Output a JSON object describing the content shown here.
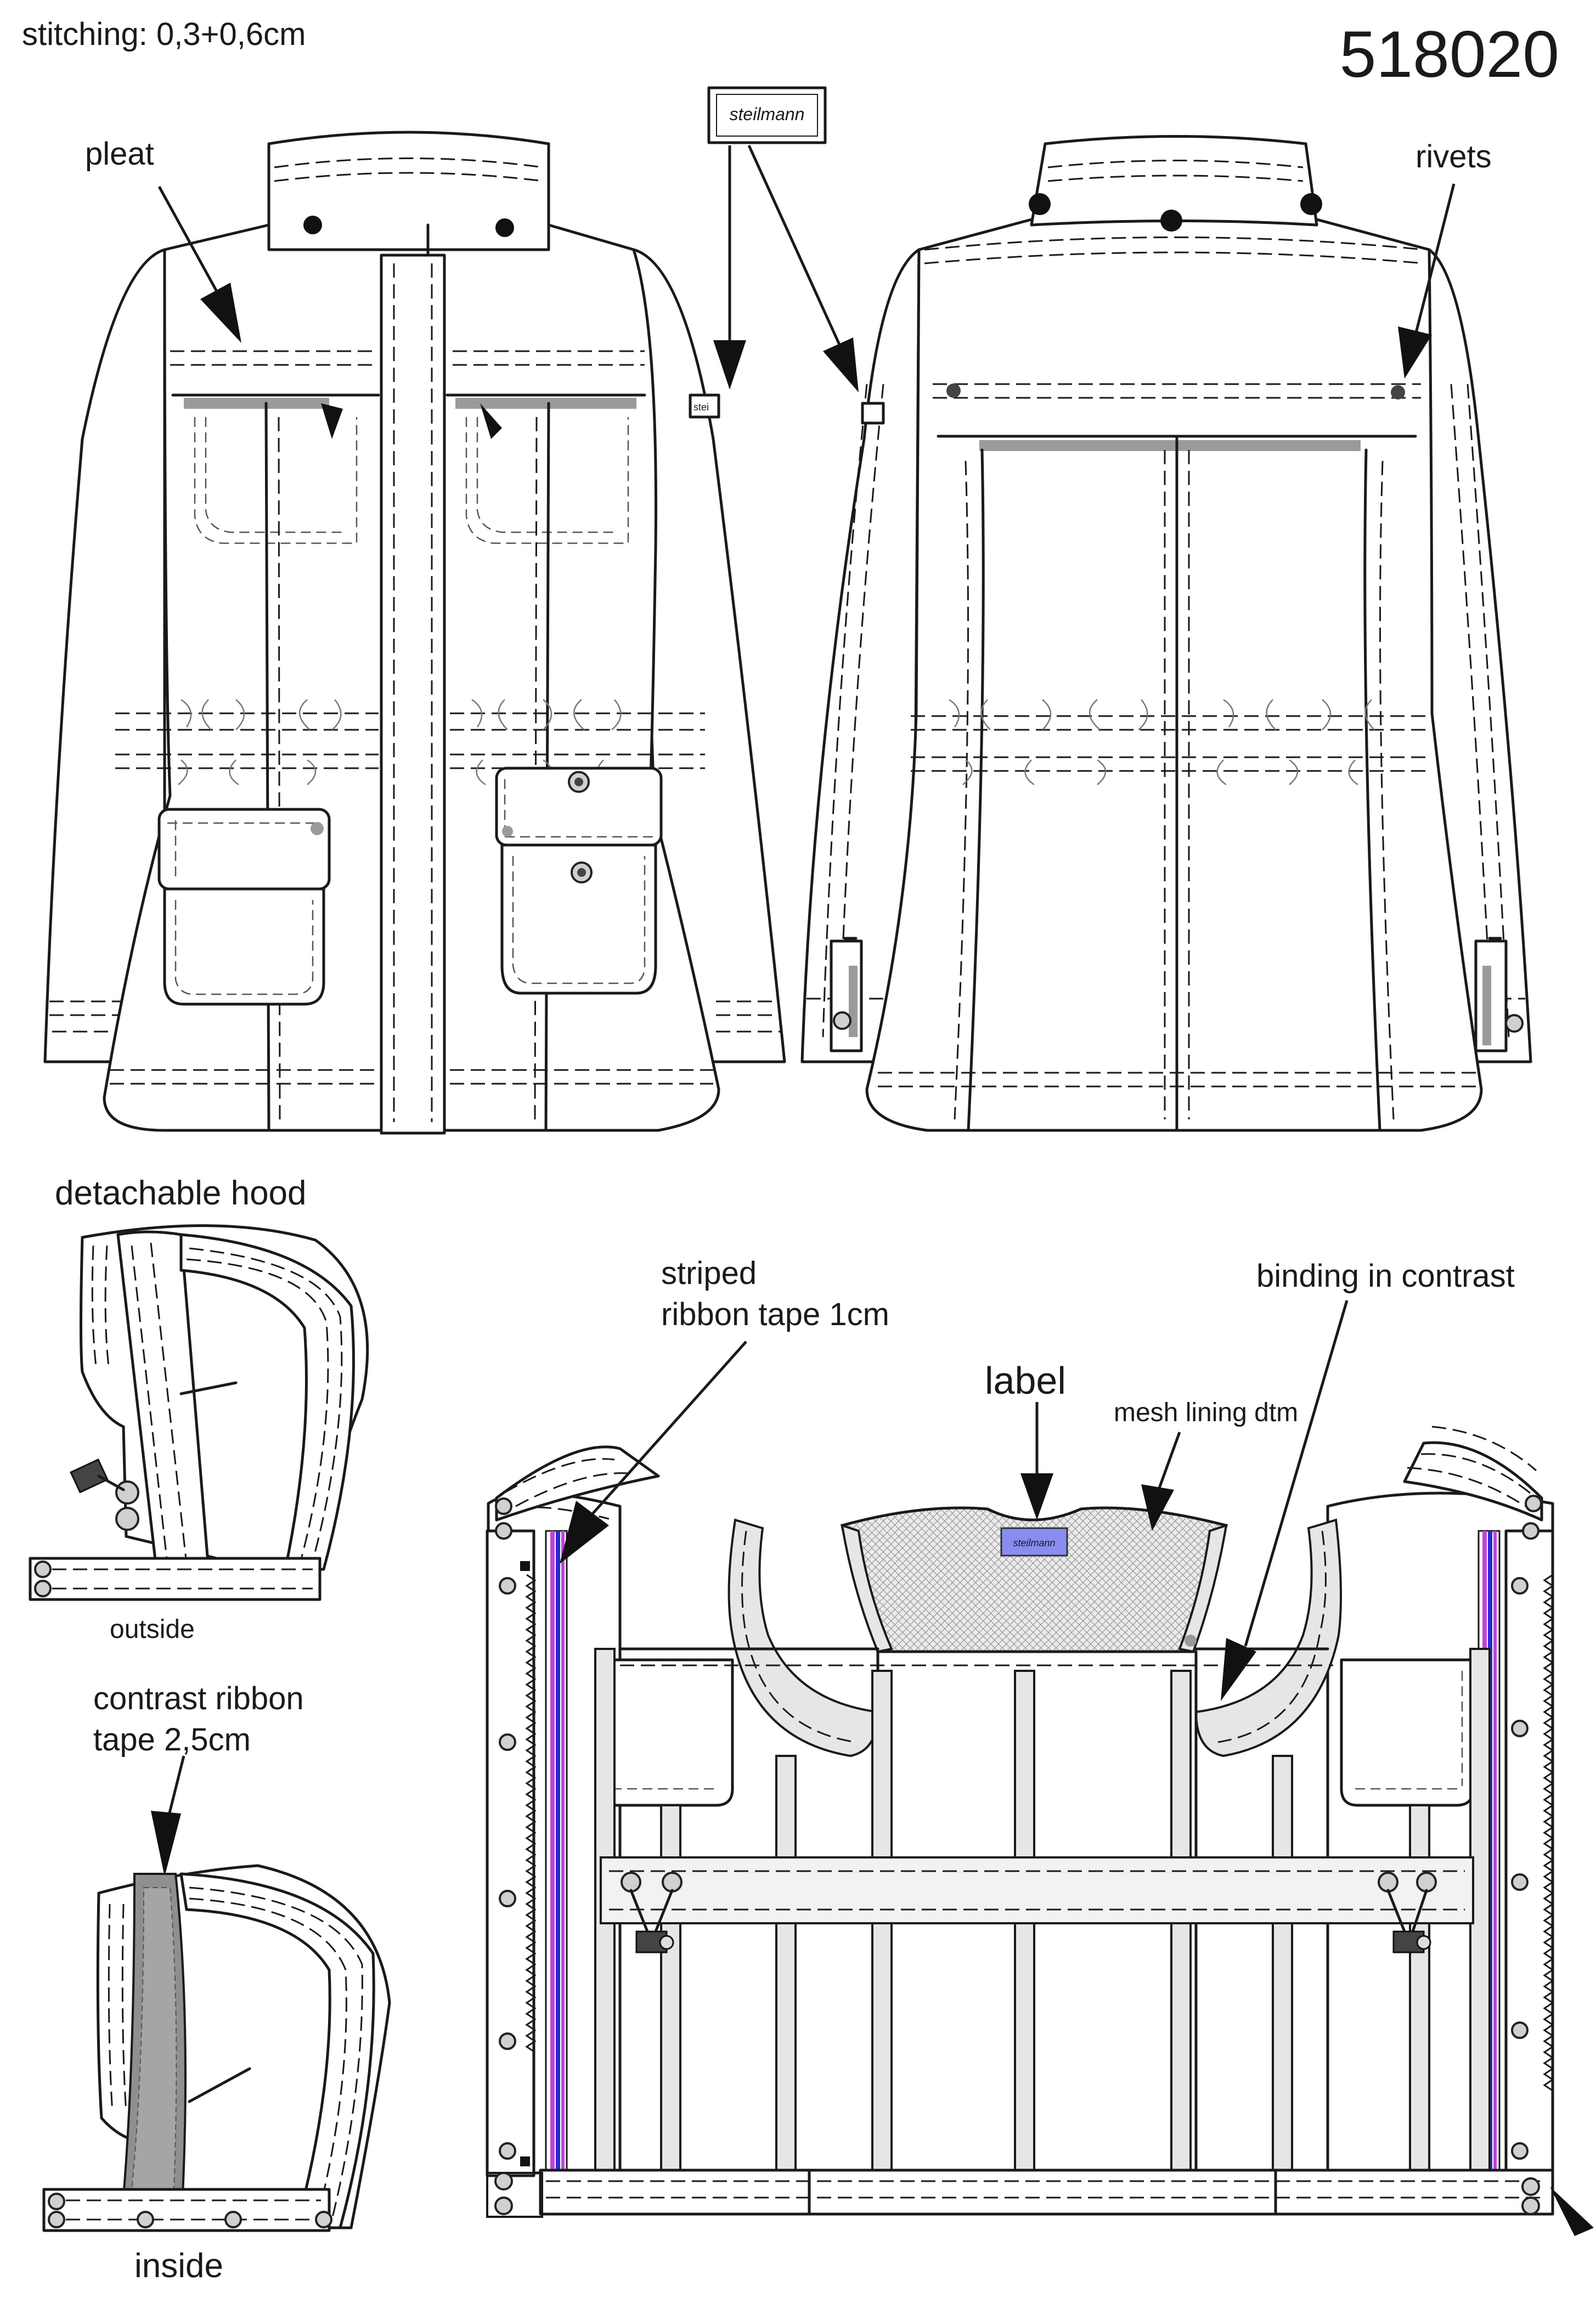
{
  "header": {
    "stitching": "stitching: 0,3+0,6cm",
    "style_number": "518020"
  },
  "brand": {
    "label_text": "steilmann",
    "sleeve_tag_text": "stei",
    "inside_label_color": "#8a8cf0"
  },
  "front_view": {
    "annotations": {
      "pleat": "pleat"
    }
  },
  "back_view": {
    "annotations": {
      "rivets": "rivets"
    }
  },
  "hood": {
    "title": "detachable hood",
    "outside_caption": "outside",
    "ribbon_note_line1": "contrast ribbon",
    "ribbon_note_line2": "tape 2,5cm",
    "inside_caption": "inside"
  },
  "inside_view": {
    "striped_ribbon_line1": "striped",
    "striped_ribbon_line2": "ribbon tape 1cm",
    "label": "label",
    "mesh_lining": "mesh lining dtm",
    "binding": "binding in contrast"
  },
  "colors": {
    "line": "#1a1a1a",
    "tape_gray": "#9a9a9a",
    "binding_fill": "#e6e6e6",
    "stripe_purple": "#c043d8",
    "stripe_blue": "#2b2bd0",
    "mesh": "#c8c8c8"
  }
}
